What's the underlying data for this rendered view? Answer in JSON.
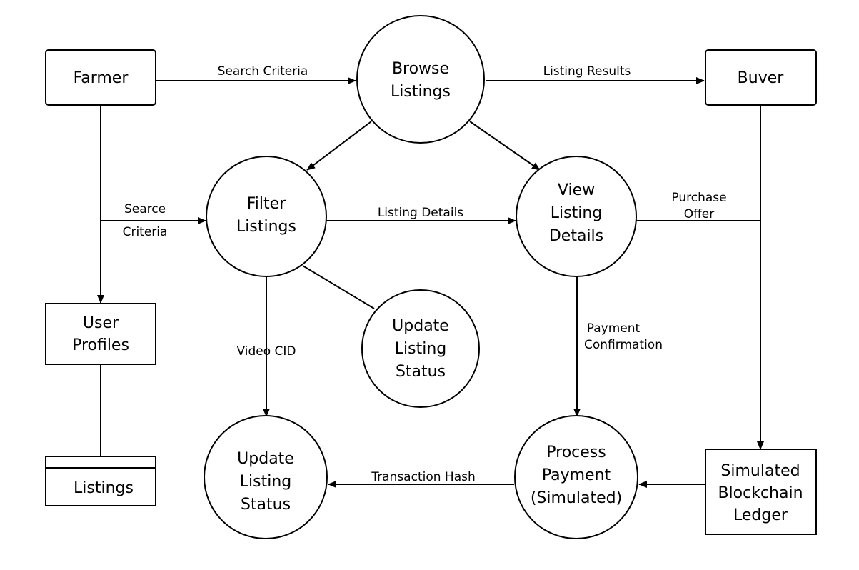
{
  "entities": {
    "farmer": "Farmer",
    "buyer": "Buver",
    "user_profiles": [
      "User",
      "Profiles"
    ],
    "listings": "Listings",
    "ledger": [
      "Simulated",
      "Blockchain",
      "Ledger"
    ]
  },
  "processes": {
    "browse": [
      "Browse",
      "Listings"
    ],
    "filter": [
      "Filter",
      "Listings"
    ],
    "view": [
      "View",
      "Listing",
      "Details"
    ],
    "update_status_mid": [
      "Update",
      "Listing",
      "Status"
    ],
    "update_status_bottom": [
      "Update",
      "Listing",
      "Status"
    ],
    "process_payment": [
      "Process",
      "Payment",
      "(Simulated)"
    ]
  },
  "flows": {
    "farmer_to_browse": "Search Criteria",
    "browse_to_buyer": "Listing Results",
    "farmer_to_filter": [
      "Searce",
      "Criteria"
    ],
    "filter_to_view": "Listing Details",
    "view_to_buyer": [
      "Purchase",
      "Offer"
    ],
    "filter_to_update": "Video CID",
    "view_to_payment": [
      "Payment",
      "Confirmation"
    ],
    "payment_to_update": "Transaction Hash"
  }
}
